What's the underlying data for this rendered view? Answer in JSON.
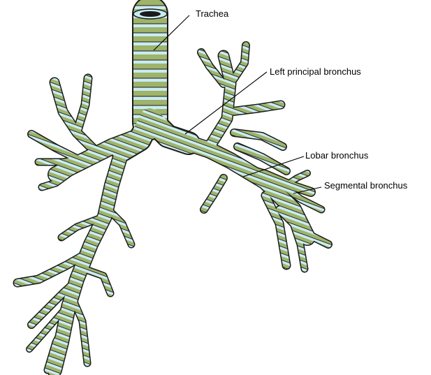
{
  "labels": {
    "trachea": "Trachea",
    "left_principal_bronchus": "Left principal bronchus",
    "lobar_bronchus": "Lobar bronchus",
    "segmental_bronchus": "Segmental bronchus"
  },
  "colors": {
    "outline": "#1a1a1a",
    "cartilage": "#9fb36a",
    "membrane": "#c9ecf3",
    "background": "#ffffff"
  }
}
